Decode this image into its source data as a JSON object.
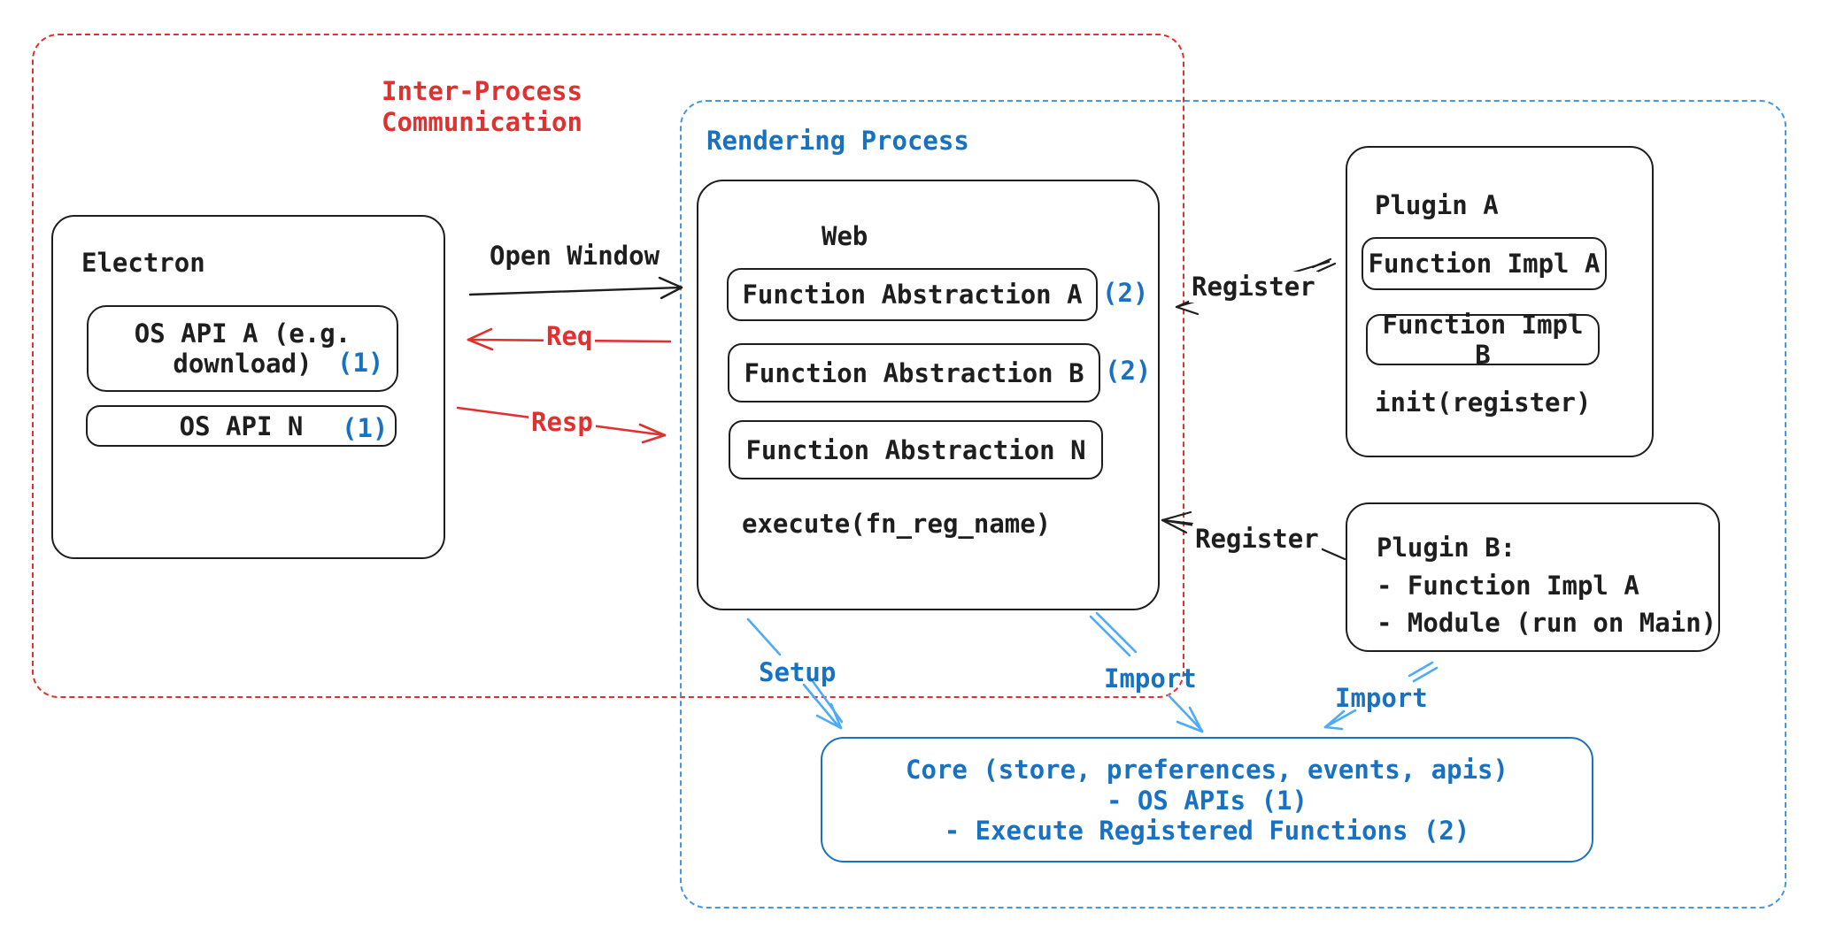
{
  "colors": {
    "black": "#1e1e1e",
    "red": "#e03131",
    "blue": "#1971c2",
    "light_blue": "#4dabf7"
  },
  "regions": {
    "ipc_label": "Inter-Process\nCommunication",
    "rendering_label": "Rendering Process"
  },
  "electron": {
    "title": "Electron",
    "os_api_a_line1": "OS API A (e.g.",
    "os_api_a_line2": "download)",
    "os_api_a_badge": "(1)",
    "os_api_n": "OS API N",
    "os_api_n_badge": "(1)"
  },
  "web": {
    "title": "Web",
    "fn_a": "Function Abstraction A",
    "fn_a_badge": "(2)",
    "fn_b": "Function Abstraction B",
    "fn_b_badge": "(2)",
    "fn_n": "Function Abstraction N",
    "execute": "execute(fn_reg_name)"
  },
  "plugin_a": {
    "title": "Plugin A",
    "impl_a": "Function Impl A",
    "impl_b": "Function Impl B",
    "init": "init(register)"
  },
  "plugin_b": {
    "line1": "Plugin B:",
    "line2": "- Function Impl A",
    "line3": "- Module (run on Main)"
  },
  "core": {
    "line1": "Core (store, preferences, events, apis)",
    "line2": "- OS APIs (1)",
    "line3": "- Execute Registered Functions (2)"
  },
  "arrows": {
    "open_window": "Open Window",
    "req": "Req",
    "resp": "Resp",
    "register_a": "Register",
    "register_b": "Register",
    "setup": "Setup",
    "import_web": "Import",
    "import_plugin": "Import"
  }
}
